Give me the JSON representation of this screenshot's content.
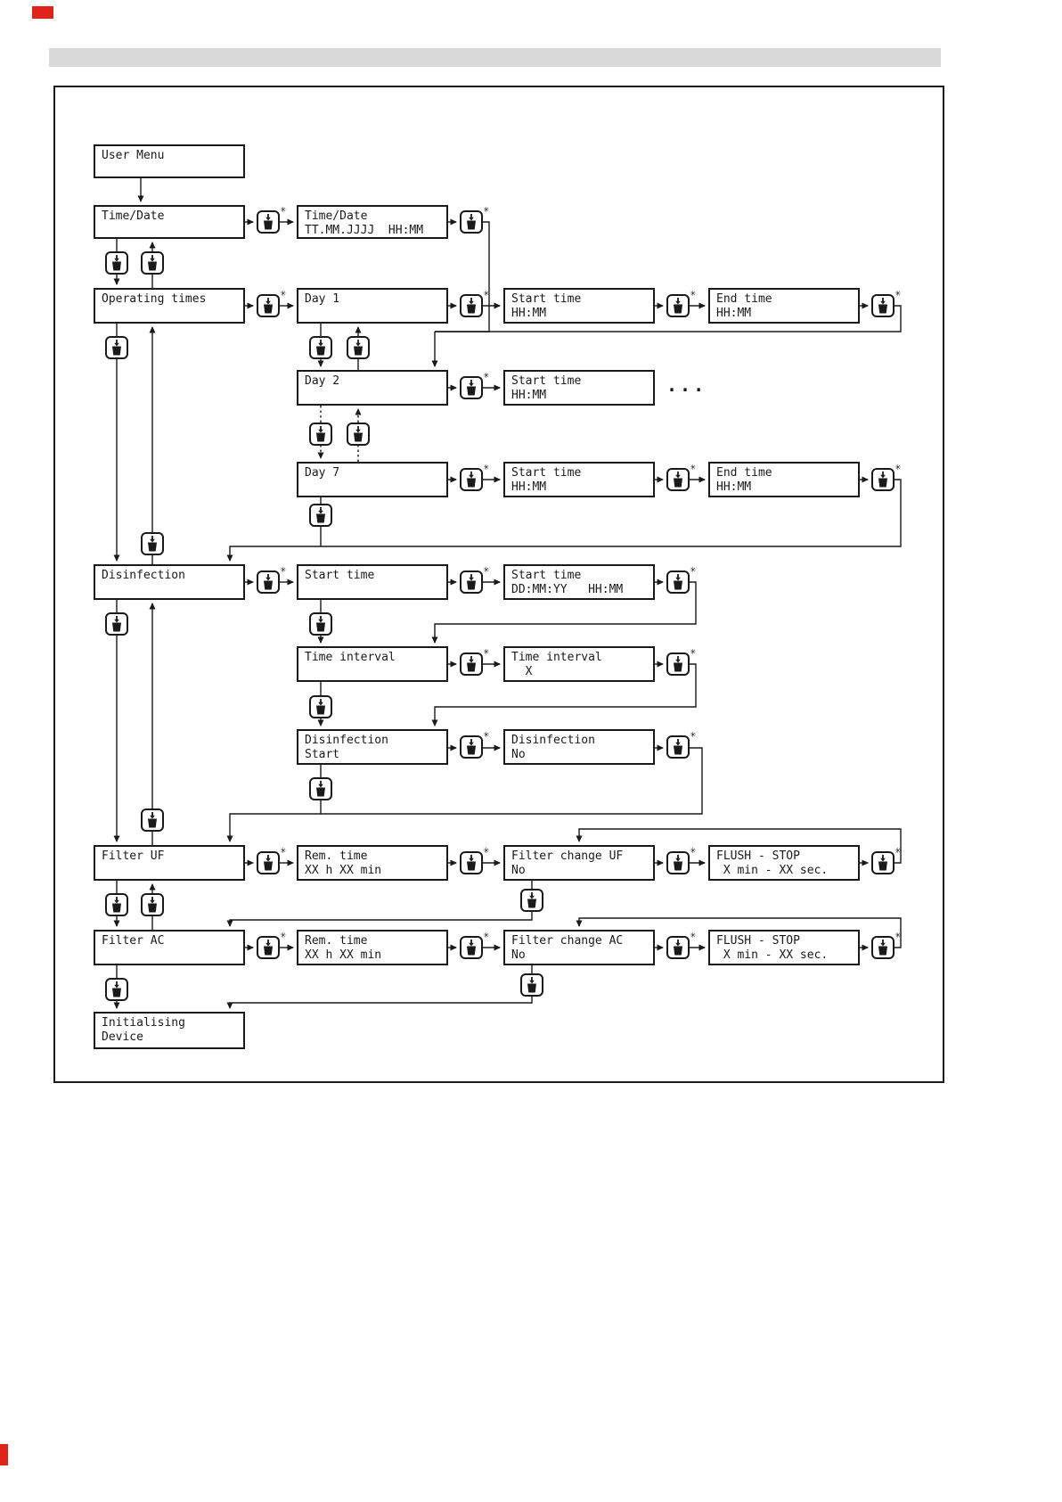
{
  "marks": {
    "asterisk": "✳",
    "ellipsis": "..."
  },
  "nodes": {
    "user_menu": {
      "l1": "User Menu"
    },
    "time_date": {
      "l1": "Time/Date"
    },
    "time_date_detail": {
      "l1": "Time/Date",
      "l2": "TT.MM.JJJJ  HH:MM"
    },
    "operating_times": {
      "l1": "Operating times"
    },
    "day1": {
      "l1": "Day 1"
    },
    "day1_start": {
      "l1": "Start time",
      "l2": "HH:MM"
    },
    "day1_end": {
      "l1": "End time",
      "l2": "HH:MM"
    },
    "day2": {
      "l1": "Day 2"
    },
    "day2_start": {
      "l1": "Start time",
      "l2": "HH:MM"
    },
    "day7": {
      "l1": "Day 7"
    },
    "day7_start": {
      "l1": "Start time",
      "l2": "HH:MM"
    },
    "day7_end": {
      "l1": "End time",
      "l2": "HH:MM"
    },
    "disinfection": {
      "l1": "Disinfection"
    },
    "disinfection_start_menu": {
      "l1": "Start time"
    },
    "disinfection_start_detail": {
      "l1": "Start time",
      "l2": "DD:MM:YY   HH:MM"
    },
    "time_interval": {
      "l1": "Time interval"
    },
    "time_interval_detail": {
      "l1": "Time interval",
      "l2": "  X"
    },
    "disinfection_start_cmd": {
      "l1": "Disinfection",
      "l2": "Start"
    },
    "disinfection_start_confirm": {
      "l1": "Disinfection",
      "l2": "No"
    },
    "filter_uf": {
      "l1": "Filter UF"
    },
    "filter_uf_rem": {
      "l1": "Rem. time",
      "l2": "XX h XX min"
    },
    "filter_uf_change": {
      "l1": "Filter change UF",
      "l2": "No"
    },
    "filter_uf_flush": {
      "l1": "FLUSH - STOP",
      "l2": " X min - XX sec."
    },
    "filter_ac": {
      "l1": "Filter AC"
    },
    "filter_ac_rem": {
      "l1": "Rem. time",
      "l2": "XX h XX min"
    },
    "filter_ac_change": {
      "l1": "Filter change AC",
      "l2": "No"
    },
    "filter_ac_flush": {
      "l1": "FLUSH - STOP",
      "l2": " X min - XX sec."
    },
    "initialising": {
      "l1": "Initialising",
      "l2": "Device"
    }
  }
}
